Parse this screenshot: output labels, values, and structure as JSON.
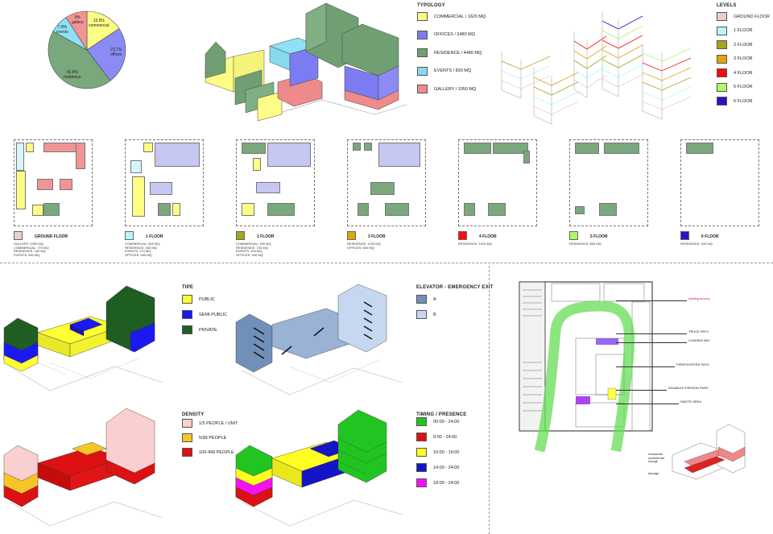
{
  "pie": {
    "slices": [
      {
        "label": "commercial",
        "pct": "15.5%",
        "value": 15.5,
        "color": "#fdfd86"
      },
      {
        "label": "offices",
        "pct": "23.7%",
        "value": 23.7,
        "color": "#8b8bf5"
      },
      {
        "label": "residence",
        "pct": "42.8%",
        "value": 42.8,
        "color": "#7aa87d"
      },
      {
        "label": "events",
        "pct": "7.8%",
        "value": 7.8,
        "color": "#8fe0f4"
      },
      {
        "label": "gallery",
        "pct": "9%",
        "value": 9,
        "color": "#f29494"
      }
    ]
  },
  "typology": {
    "title": "TYPOLOGY",
    "items": [
      {
        "label": "COMMERCIAL / 1620 MQ",
        "color": "#fdfd86"
      },
      {
        "label": "OFFICES / 2480 MQ",
        "color": "#7b7bf2"
      },
      {
        "label": "RESIDENCE / 4480 MQ",
        "color": "#6f9f73"
      },
      {
        "label": "EVENTS / 820 MQ",
        "color": "#86d9ef"
      },
      {
        "label": "GALLERY / 1050 MQ",
        "color": "#ef8a8a"
      }
    ]
  },
  "levels": {
    "title": "LEVELS",
    "items": [
      {
        "label": "GROUND FLOOR",
        "color": "#ead0cc"
      },
      {
        "label": "1 FLOOR",
        "color": "#b8f6fb"
      },
      {
        "label": "2 FLOOR",
        "color": "#a4a620"
      },
      {
        "label": "3 FLOOR",
        "color": "#e0a40e"
      },
      {
        "label": "4 FLOOR",
        "color": "#ff0a0a"
      },
      {
        "label": "5 FLOOR",
        "color": "#aef76a"
      },
      {
        "label": "6 FLOOR",
        "color": "#2a12c8"
      }
    ]
  },
  "floors": [
    {
      "label": "GROUND FLOOR",
      "color": "#ead0cc",
      "stats": "GALLERY: 1050 MQ\nCOMMERCIAL: 770 MQ\nRESIDENCE: 160 MQ\nEVENTS: 450 MQ"
    },
    {
      "label": "1 FLOOR",
      "color": "#b8f6fb",
      "stats": "COMMERCIAL: 600 MQ\nRESIDENCE: 160 MQ\nEVENTS: 170 MQ\nOFFICES: 940 MQ"
    },
    {
      "label": "2 FLOOR",
      "color": "#a4a620",
      "stats": "COMMERCIAL: 190 MQ\nRESIDENCE: 720 MQ\nEVENTS: 200 MQ\nOFFICES: 940 MQ"
    },
    {
      "label": "3 FLOOR",
      "color": "#e0a40e",
      "stats": "RESIDENCE: 1130 MQ\nOFFICES: 600 MQ"
    },
    {
      "label": "4 FLOOR",
      "color": "#ff0a0a",
      "stats": "RESIDENCE: 1020 MQ"
    },
    {
      "label": "5 FLOOR",
      "color": "#aef76a",
      "stats": "RESIDENCE: 800 MQ"
    },
    {
      "label": "6 FLOOR",
      "color": "#2a12c8",
      "stats": "RESIDENCE: 240 MQ"
    }
  ],
  "tipe": {
    "title": "TIPE",
    "items": [
      {
        "label": "PUBLIC",
        "color": "#ffff33"
      },
      {
        "label": "SEMI-PUBLIC",
        "color": "#1a1af0"
      },
      {
        "label": "PRIVATE",
        "color": "#1e5e22"
      }
    ]
  },
  "elevator": {
    "title": "ELEVATOR - EMERGENCY EXIT",
    "items": [
      {
        "label": "A",
        "color": "#7090b8"
      },
      {
        "label": "B",
        "color": "#c6d8f0"
      }
    ]
  },
  "density": {
    "title": "DENSITY",
    "items": [
      {
        "label": "1/5 PEOPLE / UNIT",
        "color": "#f9cfcf"
      },
      {
        "label": "5/99 PEOPLE",
        "color": "#f7c52a"
      },
      {
        "label": "100-499 PEOPLE",
        "color": "#dd1111"
      }
    ]
  },
  "timing": {
    "title": "TIMING / PRESENCE",
    "items": [
      {
        "label": "00:00 - 24:00",
        "color": "#22c422"
      },
      {
        "label": "9:00 - 24:00",
        "color": "#dd1111"
      },
      {
        "label": "10:00 - 19:00",
        "color": "#ffff22"
      },
      {
        "label": "14:00 - 24:00",
        "color": "#1515c8"
      },
      {
        "label": "18:00 - 24:00",
        "color": "#f511f5"
      }
    ]
  },
  "siteplan": {
    "callouts": [
      "loading access",
      "TRUCK PATH",
      "LOADING BAY",
      "FIREFIGHTERS PATH",
      "DISABLED PERSON PARK",
      "WASTE AREA"
    ],
    "small_labels": [
      "restaurant\ncocktail bar\nlounge",
      "storage"
    ]
  }
}
